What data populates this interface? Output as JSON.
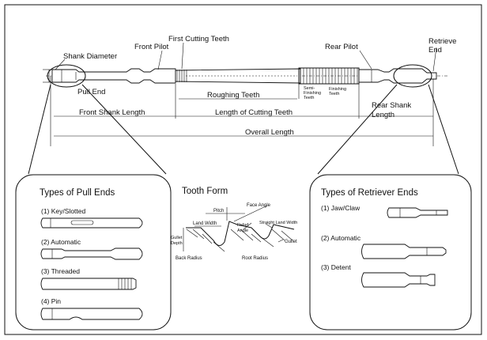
{
  "broach": {
    "labels": {
      "shank_diameter": "Shank Diameter",
      "pull_end": "Pull End",
      "front_pilot": "Front Pilot",
      "first_cutting_teeth": "First Cutting Teeth",
      "rear_pilot": "Rear Pilot",
      "retrieve_end": "Retrieve\nEnd",
      "roughing_teeth": "Roughing Teeth",
      "semi_finishing_teeth": "Semi-\nFinishing\nTeeth",
      "finishing_teeth": "Finishing\nTeeth",
      "front_shank_length": "Front Shank Length",
      "length_of_cutting_teeth": "Length of Cutting Teeth",
      "rear_shank_length": "Rear Shank\nLength",
      "overall_length": "Overall Length"
    }
  },
  "pull_ends": {
    "title": "Types of Pull Ends",
    "items": [
      "(1) Key/Slotted",
      "(2) Automatic",
      "(3) Threaded",
      "(4) Pin"
    ]
  },
  "tooth_form": {
    "title": "Tooth Form",
    "labels": {
      "face_angle": "Face Angle",
      "pitch": "Pitch",
      "land_width": "Land Width",
      "relief_angle": "Relief\nAngle",
      "straight_land_width": "Straight Land Width",
      "gullet_depth": "Gullet\nDepth",
      "gullet": "Gullet",
      "back_radius": "Back Radius",
      "root_radius": "Root Radius"
    }
  },
  "retriever_ends": {
    "title": "Types of Retriever Ends",
    "items": [
      "(1) Jaw/Claw",
      "(2) Automatic",
      "(3) Detent"
    ]
  }
}
